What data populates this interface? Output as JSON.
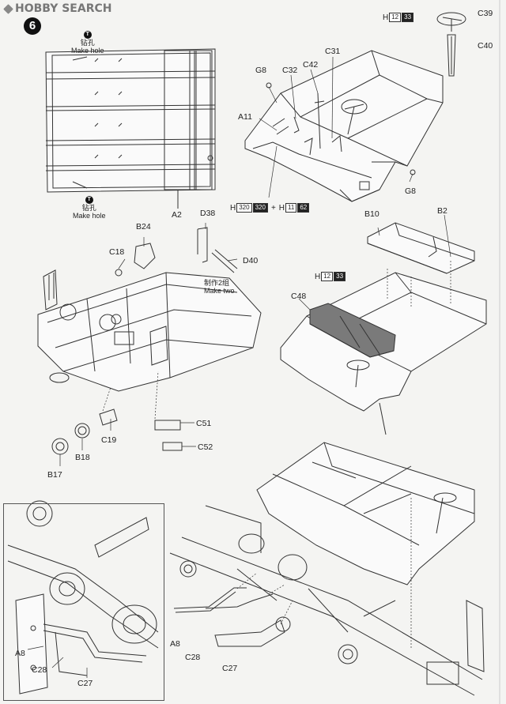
{
  "header": {
    "logo_text": "HOBBY SEARCH"
  },
  "step": {
    "number": "6"
  },
  "top_left": {
    "drill_top": {
      "chinese": "钻孔",
      "english": "Make hole"
    },
    "drill_bottom": {
      "chinese": "钻孔",
      "english": "Make hole"
    },
    "part": "A2"
  },
  "top_right": {
    "parts": [
      "G8",
      "C32",
      "C42",
      "C31",
      "A11",
      "G8",
      "C39",
      "C40"
    ],
    "paint_h1": {
      "h": "H",
      "code1": "12",
      "code2": "33"
    },
    "paint_combo": {
      "h": "H",
      "code1": "320",
      "code2": "320",
      "plus": "+",
      "h2": "H",
      "code3": "11",
      "code4": "62"
    }
  },
  "middle_left": {
    "parts": [
      "B24",
      "C18",
      "D38",
      "D40",
      "C19",
      "B18",
      "B17",
      "C51",
      "C52"
    ],
    "make_two": {
      "chinese": "制作2组",
      "english": "Make two"
    }
  },
  "middle_right": {
    "parts": [
      "B10",
      "B2",
      "C48"
    ],
    "paint": {
      "h": "H",
      "code1": "12",
      "code2": "33"
    }
  },
  "bottom": {
    "inset_parts": [
      "A8",
      "C28",
      "C27"
    ],
    "main_parts": [
      "A8",
      "C28",
      "C27"
    ]
  }
}
